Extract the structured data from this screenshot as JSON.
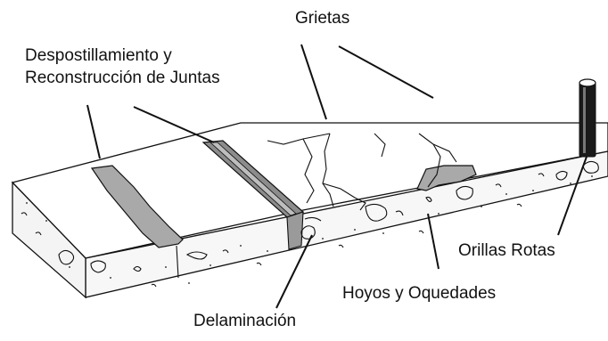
{
  "labels": {
    "grietas": "Grietas",
    "juntas_line1": "Despostillamiento y",
    "juntas_line2": "Reconstrucción de Juntas",
    "orillas": "Orillas Rotas",
    "hoyos": "Hoyos y Oquedades",
    "delaminacion": "Delaminación"
  },
  "colors": {
    "patch_fill": "#a9a9a9",
    "joint_dark": "#8c8c8c",
    "joint_light": "#bdbdbd",
    "concrete_face": "#f7f7f7",
    "stroke": "#111111"
  }
}
